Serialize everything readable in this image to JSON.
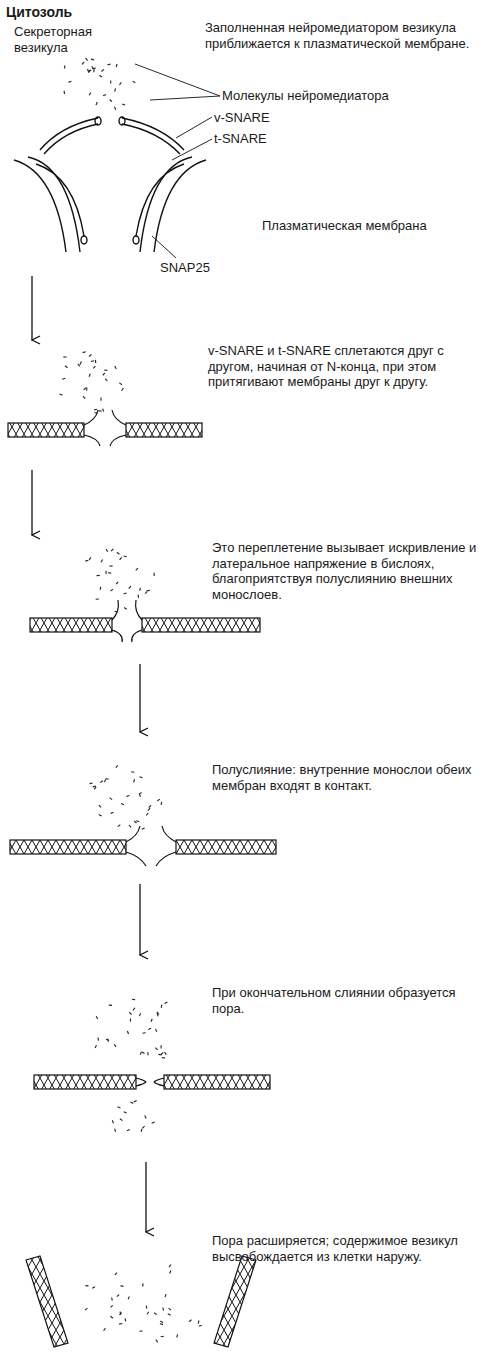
{
  "diagram": {
    "title": "Цитозоль",
    "labels": [
      "Секреторная везикула",
      "Заполненная нейромедиатором везикула приближается к плазматической мембране.",
      "Молекулы нейромедиатора",
      "v-SNARE",
      "t-SNARE",
      "Плазматическая мембрана",
      "SNAP25",
      "v-SNARE и t-SNARE сплетаются друг с другом, начиная от N-конца, при этом притягивают мембраны друг к другу.",
      "Это переплетение вызывает искривление и латеральное напряжение в бислоях, благоприятствуя полуслиянию внешних монослоев.",
      "Полуслияние: внутренние монослои обеих мембран входят в контакт.",
      "При окончательном слиянии образуется пора.",
      "Пора расширяется; содержимое везикул высвобождается из клетки наружу."
    ]
  }
}
